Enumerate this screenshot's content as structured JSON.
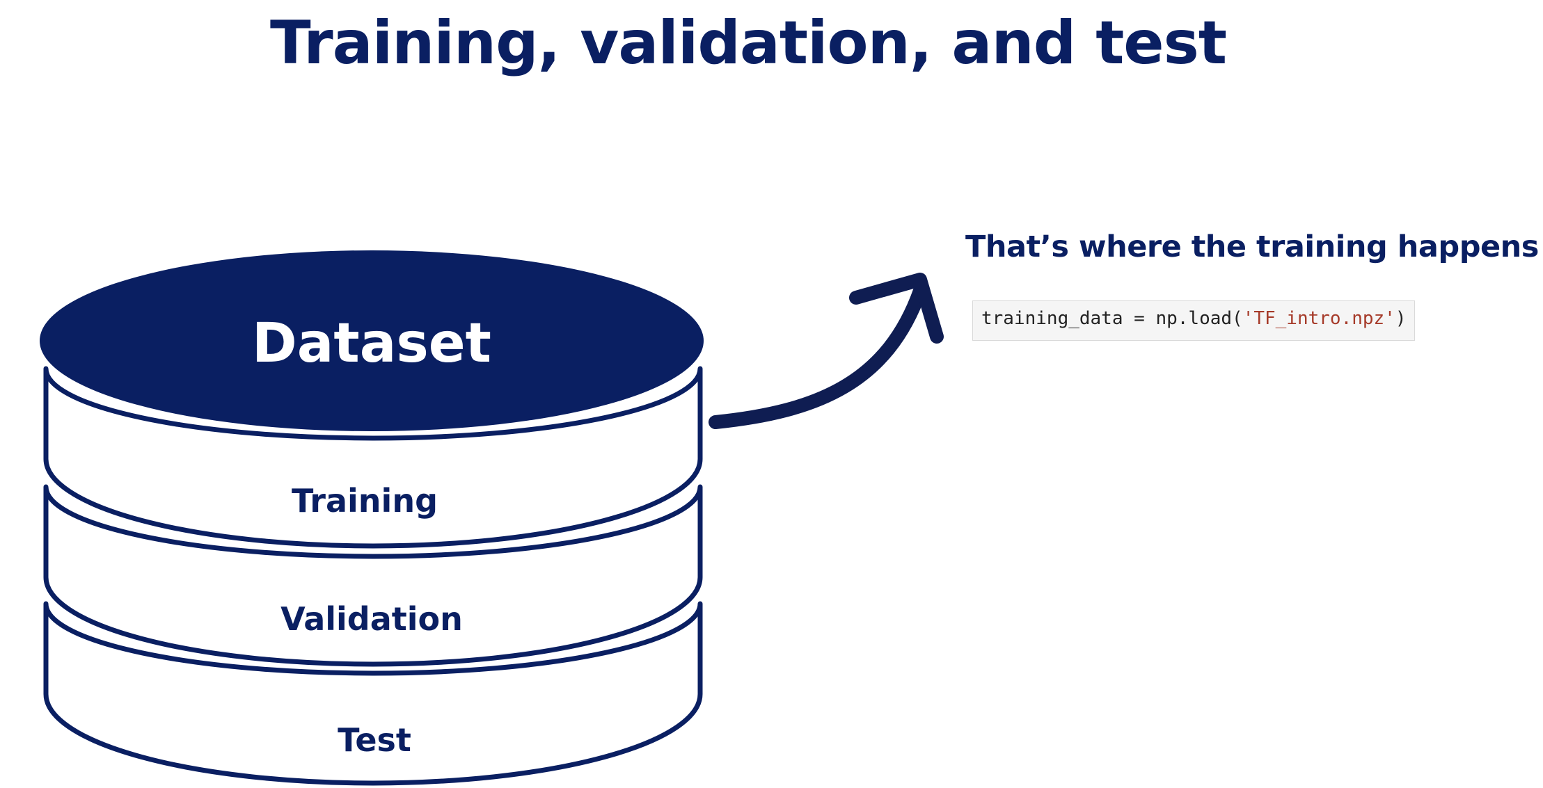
{
  "title": "Training, validation, and test",
  "diagram": {
    "cylinder_top_label": "Dataset",
    "layers": [
      {
        "label": "Training"
      },
      {
        "label": "Validation"
      },
      {
        "label": "Test"
      }
    ],
    "callout": "That’s where the training happens"
  },
  "code": {
    "prefix": "training_data = np.load(",
    "string_literal": "'TF_intro.npz'",
    "suffix": ")"
  },
  "colors": {
    "primary_navy": "#0a1f62",
    "string_red": "#a63b2a",
    "code_background": "#f5f5f5"
  }
}
